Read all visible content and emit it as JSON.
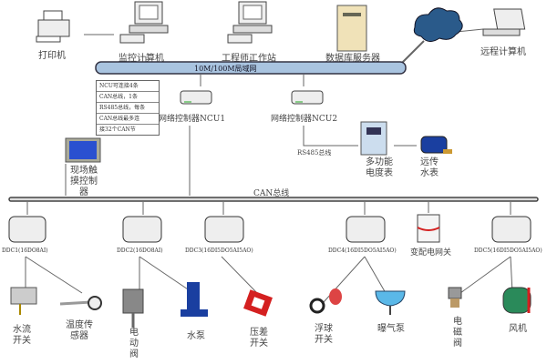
{
  "lan": {
    "label": "10M/100M局域网"
  },
  "can": {
    "label": "CAN总线"
  },
  "top_nodes": {
    "printer": "打印机",
    "monitor_pc": "监控计算机",
    "engineer_ws": "工程师工作站",
    "db_server": "数据库服务器",
    "remote_pc": "远程计算机"
  },
  "ncu": {
    "ncu1": "网络控制器NCU1",
    "ncu2": "网络控制器NCU2",
    "rs485": "RS485总线"
  },
  "notes": [
    "NCU可连接4条",
    "CAN总线，1条",
    "RS485总线，每条",
    "CAN总线最多连",
    "接32个CAN节"
  ],
  "field": {
    "touch": "现场触摸控制器",
    "meter": "多功能电度表",
    "water_meter": "远传水表",
    "gateway": "变配电网关"
  },
  "ddc": [
    "DDC1(16DO8AI)",
    "DDC2(16DO8AI)",
    "DDC3(16DI5DO5AI5AO)",
    "DDC4(16DI5DO5AI5AO)",
    "DDC5(16DI5DO5AI5AO)"
  ],
  "devices": [
    "水流开关",
    "温度传感器",
    "电动阀",
    "水泵",
    "压差开关",
    "浮球开关",
    "曝气泵",
    "电磁阀",
    "风机"
  ],
  "colors": {
    "lan_bar": "#a9c4e0",
    "can_bar": "#555555",
    "cloud": "#2a5a8a",
    "pump": "#1a3fa0",
    "red": "#d42020",
    "fan": "#2a8a5a"
  }
}
